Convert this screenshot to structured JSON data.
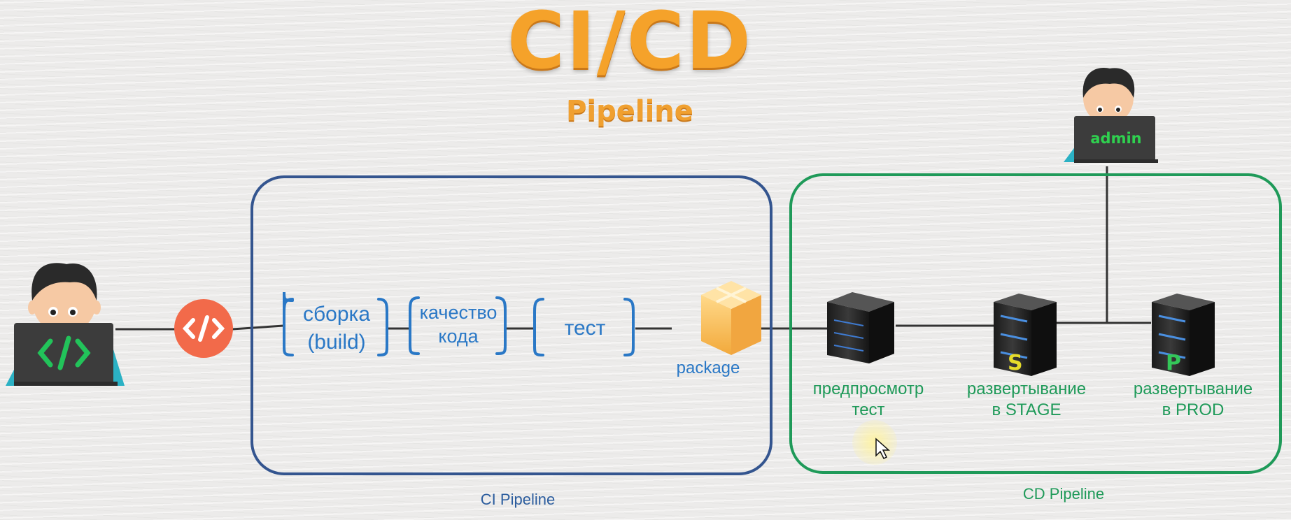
{
  "title": "CI/CD",
  "subtitle": "Pipeline",
  "developer": {
    "icon": "developer-laptop-icon",
    "code_icon": "code-brackets-icon"
  },
  "ci_pipeline": {
    "label": "CI Pipeline",
    "border_color": "#34558f",
    "stages": [
      {
        "line1": "сборка",
        "line2": "(build)"
      },
      {
        "line1": "качество",
        "line2": "кода"
      },
      {
        "line1": "тест",
        "line2": ""
      }
    ],
    "package_label": "package"
  },
  "cd_pipeline": {
    "label": "CD Pipeline",
    "border_color": "#1f9a59",
    "servers": [
      {
        "line1": "предпросмотр",
        "line2": "тест",
        "badge": ""
      },
      {
        "line1": "развертывание",
        "line2": "в STAGE",
        "badge": "S"
      },
      {
        "line1": "развертывание",
        "line2": "в PROD",
        "badge": "P"
      }
    ]
  },
  "admin": {
    "label": "admin"
  },
  "colors": {
    "orange": "#f5a22a",
    "blue_text": "#2a78c6",
    "green_text": "#1f9a59",
    "code_circle": "#f26a4a"
  }
}
